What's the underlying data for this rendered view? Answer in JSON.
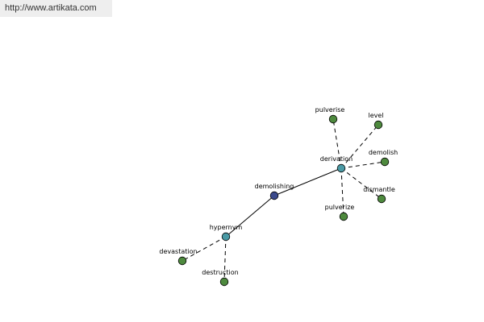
{
  "header": {
    "url": "http://www.artikata.com"
  },
  "colors": {
    "root": "#3b4a8c",
    "relation": "#4a9aa5",
    "word": "#4e8a3e"
  },
  "graph": {
    "nodes": [
      {
        "id": "demolishing",
        "label": "demolishing",
        "kind": "root"
      },
      {
        "id": "derivation",
        "label": "derivation",
        "kind": "relation"
      },
      {
        "id": "hypernym",
        "label": "hypernym",
        "kind": "relation"
      },
      {
        "id": "pulverise",
        "label": "pulverise",
        "kind": "word"
      },
      {
        "id": "level",
        "label": "level",
        "kind": "word"
      },
      {
        "id": "demolish",
        "label": "demolish",
        "kind": "word"
      },
      {
        "id": "dismantle",
        "label": "dismantle",
        "kind": "word"
      },
      {
        "id": "pulverize",
        "label": "pulverize",
        "kind": "word"
      },
      {
        "id": "devastation",
        "label": "devastation",
        "kind": "word"
      },
      {
        "id": "destruction",
        "label": "destruction",
        "kind": "word"
      }
    ],
    "edges": [
      {
        "from": "demolishing",
        "to": "derivation",
        "style": "solid"
      },
      {
        "from": "demolishing",
        "to": "hypernym",
        "style": "solid"
      },
      {
        "from": "derivation",
        "to": "pulverise",
        "style": "dashed"
      },
      {
        "from": "derivation",
        "to": "level",
        "style": "dashed"
      },
      {
        "from": "derivation",
        "to": "demolish",
        "style": "dashed"
      },
      {
        "from": "derivation",
        "to": "dismantle",
        "style": "dashed"
      },
      {
        "from": "derivation",
        "to": "pulverize",
        "style": "dashed"
      },
      {
        "from": "hypernym",
        "to": "devastation",
        "style": "dashed"
      },
      {
        "from": "hypernym",
        "to": "destruction",
        "style": "dashed"
      }
    ]
  }
}
